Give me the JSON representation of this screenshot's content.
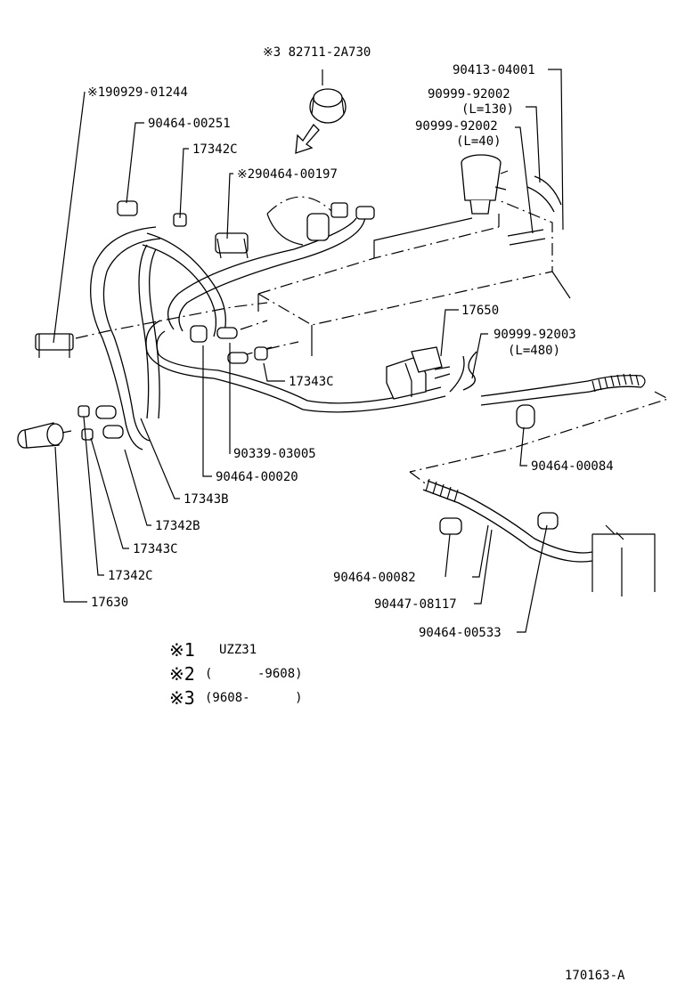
{
  "parts": {
    "p1": "※190929-01244",
    "p2": "90464-00251",
    "p3": "17342C",
    "p4": "※290464-00197",
    "p5": "※3 82711-2A730",
    "p6": "90413-04001",
    "p7": "90999-92002",
    "p7_len": "(L=130)",
    "p8": "90999-92002",
    "p8_len": "(L=40)",
    "p9": "17650",
    "p10": "90999-92003",
    "p10_len": "(L=480)",
    "p11": "17343C",
    "p12": "90339-03005",
    "p13": "90464-00020",
    "p14": "90464-00084",
    "p15": "17343B",
    "p16": "17342B",
    "p17": "17343C",
    "p18": "17342C",
    "p19": "17630",
    "p20": "90464-00082",
    "p21": "90447-08117",
    "p22": "90464-00533"
  },
  "notes": [
    {
      "mark": "※1",
      "text": "UZZ31"
    },
    {
      "mark": "※2",
      "text": "(      -9608)"
    },
    {
      "mark": "※3",
      "text": "(9608-      )"
    }
  ],
  "figure_id": "170163-A"
}
